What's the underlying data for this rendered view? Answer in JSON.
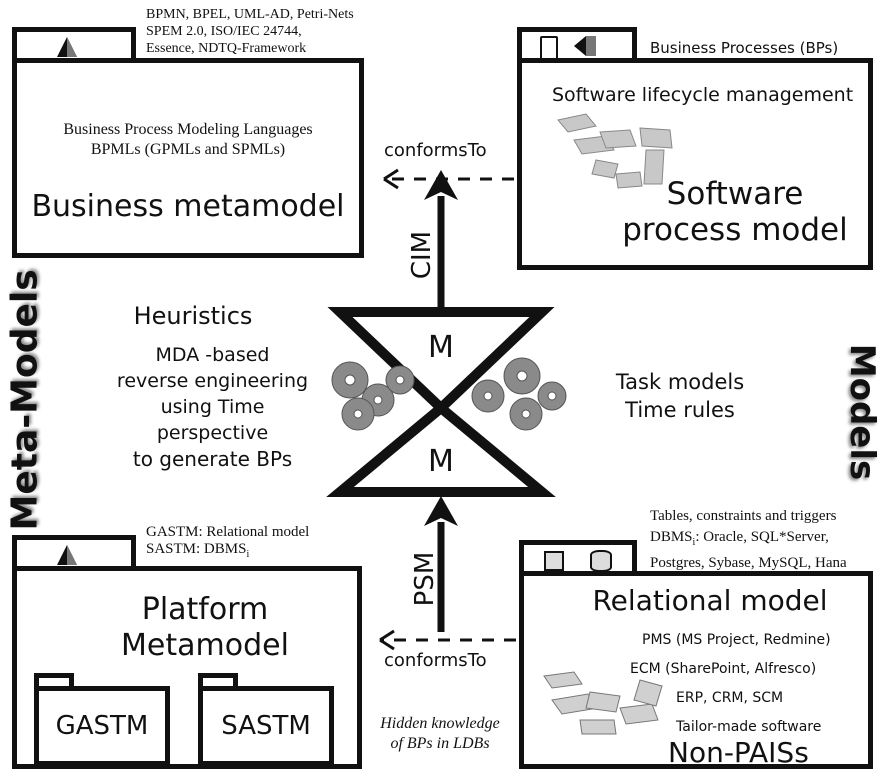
{
  "top_left": {
    "notes": [
      "BPMN, BPEL, UML-AD, Petri-Nets",
      "SPEM 2.0, ISO/IEC 24744,",
      "Essence, NDTQ-Framework"
    ],
    "subtitle_line1": "Business Process Modeling Languages",
    "subtitle_line2": "BPMLs (GPMLs and SPMLs)",
    "title": "Business metamodel"
  },
  "top_right": {
    "tab_note": "Business  Processes (BPs)",
    "subtitle": "Software lifecycle management",
    "title_line1": "Software",
    "title_line2": "process model"
  },
  "bottom_left": {
    "notes_line1": "GASTM: Relational model",
    "notes_line2_prefix": "SASTM: DBMS",
    "notes_line2_sub": "i",
    "title_line1": "Platform",
    "title_line2": "Metamodel",
    "package1": "GASTM",
    "package2": "SASTM"
  },
  "bottom_right": {
    "notes_line1": "Tables, constraints and triggers",
    "notes_line2_prefix": "DBMS",
    "notes_line2_sub": "i",
    "notes_line2_rest": ": Oracle, SQL*Server,",
    "notes_line3": "Postgres, Sybase, MySQL, Hana",
    "title": "Relational model",
    "items": [
      "PMS  (MS Project, Redmine)",
      "ECM (SharePoint,  Alfresco)",
      "ERP, CRM,    SCM",
      "Tailor-made software"
    ],
    "footer": "Non-PAISs"
  },
  "center": {
    "conforms_top": "conformsTo",
    "conforms_bottom": "conformsTo",
    "cim": "CIM",
    "psm": "PSM",
    "m_top": "M",
    "m_bottom": "M",
    "heuristics_title": "Heuristics",
    "heuristics_lines": [
      "MDA -based",
      "reverse engineering",
      "using Time perspective",
      "to generate BPs"
    ],
    "task_line1": "Task models",
    "task_line2": "Time rules",
    "hidden_line1": "Hidden knowledge",
    "hidden_line2": "of BPs in LDBs"
  },
  "side": {
    "meta_models": "Meta-Models",
    "models": "Models"
  },
  "colors": {
    "ink": "#111111",
    "gear": "#8a8a8a",
    "arrow_3d": "#b5b5b5"
  }
}
